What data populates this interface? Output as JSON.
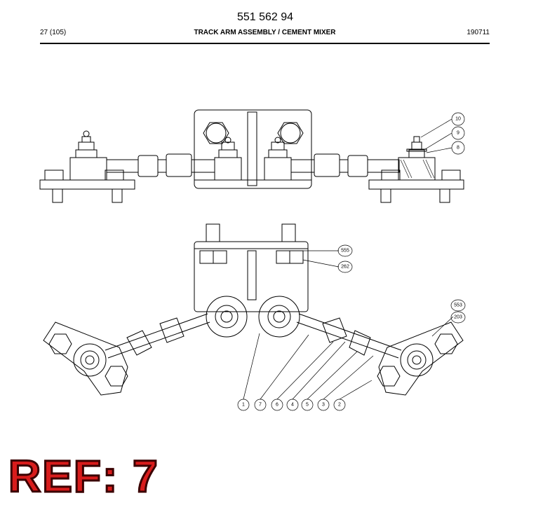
{
  "header": {
    "doc_number": "551 562 94",
    "page_ref": "27 (105)",
    "title": "TRACK ARM ASSEMBLY / CEMENT MIXER",
    "date": "190711"
  },
  "callouts": {
    "c10": "10",
    "c9": "9",
    "c8": "8",
    "c555": "555",
    "c262": "262",
    "c553": "553",
    "c203": "203",
    "c1": "1",
    "c7": "7",
    "c6": "6",
    "c4": "4",
    "c5": "5",
    "c3": "3",
    "c2": "2"
  },
  "ref_label": "REF: 7"
}
